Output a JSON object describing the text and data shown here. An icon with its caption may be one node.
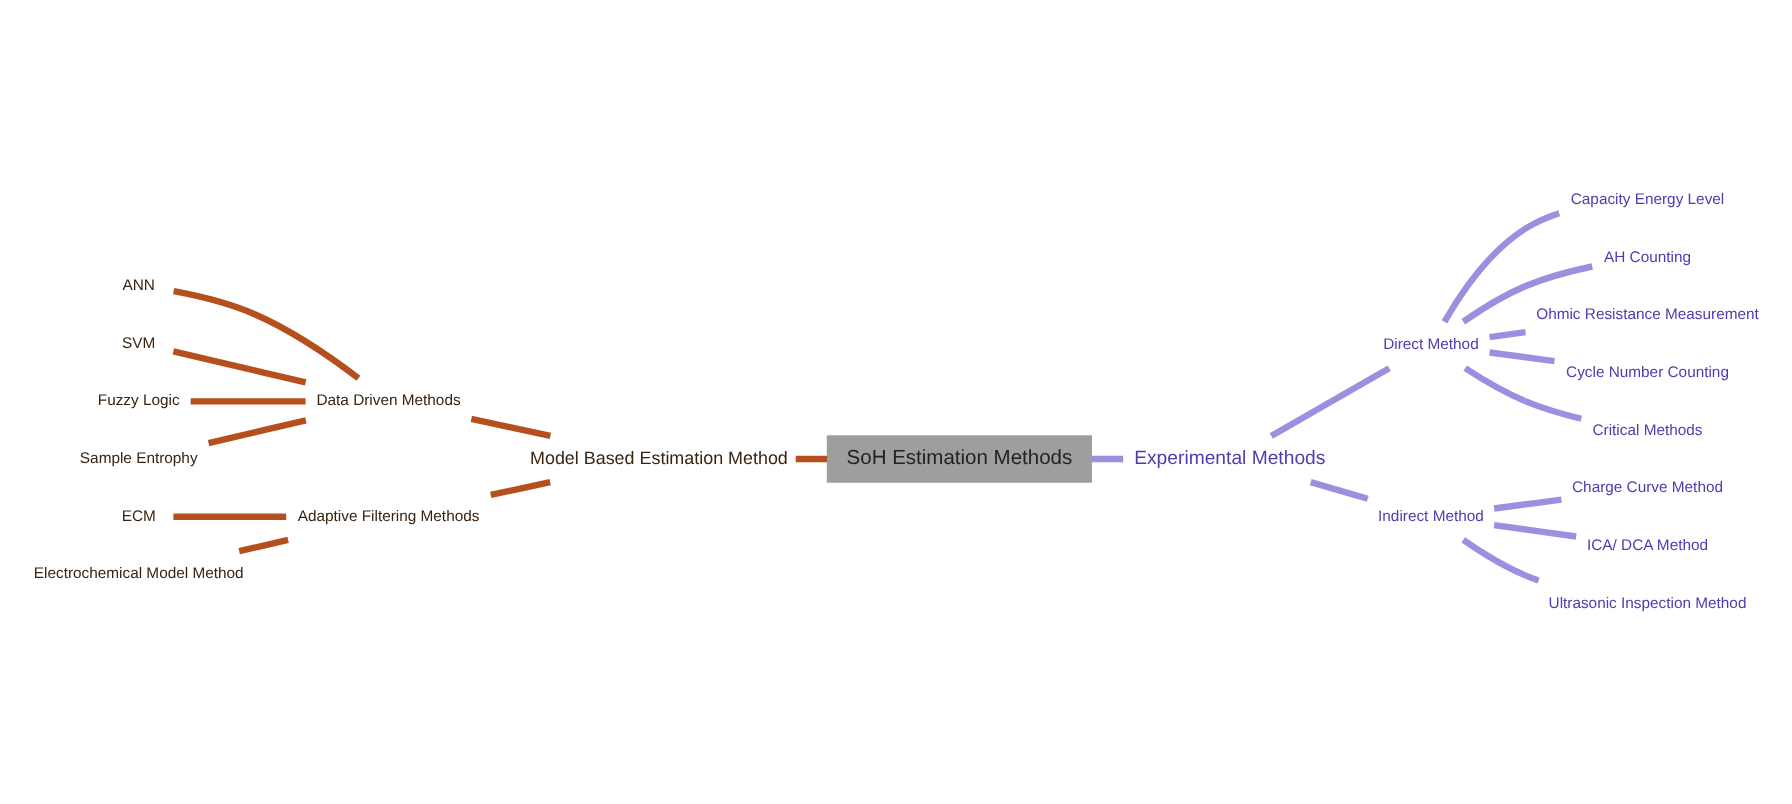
{
  "diagram": {
    "nodes": [
      {
        "text": [
          "SoH Estimation Methods"
        ]
      },
      {
        "text": [
          "Experimental Methods"
        ]
      },
      {
        "text": [
          "Direct Method"
        ]
      },
      {
        "text": [
          "Capacity Energy Level"
        ]
      },
      {
        "text": [
          "AH Counting"
        ]
      },
      {
        "text": [
          "Ohmic Resistance Measurement"
        ]
      },
      {
        "text": [
          "Cycle Number Counting"
        ]
      },
      {
        "text": [
          "Critical Methods"
        ]
      },
      {
        "text": [
          "Indirect Method"
        ]
      },
      {
        "text": [
          "Charge Curve Method"
        ]
      },
      {
        "text": [
          "ICA/ DCA Method"
        ]
      },
      {
        "text": [
          "Ultrasonic Inspection Method"
        ]
      },
      {
        "text": [
          "Model Based Estimation Method"
        ]
      },
      {
        "text": [
          "Data Driven Methods"
        ]
      },
      {
        "text": [
          "ANN"
        ]
      },
      {
        "text": [
          "SVM"
        ]
      },
      {
        "text": [
          "Fuzzy Logic"
        ]
      },
      {
        "text": [
          "Sample Entrophy"
        ]
      },
      {
        "text": [
          "Adaptive Filtering Methods"
        ]
      },
      {
        "text": [
          "ECM"
        ]
      },
      {
        "text": [
          "Electrochemical Model Method"
        ]
      }
    ],
    "edges": [
      {
        "from": 0,
        "to": 1,
        "arrow": "none",
        "color": "#9b8fe0"
      },
      {
        "from": 1,
        "to": 2,
        "arrow": "none",
        "color": "#9b8fe0"
      },
      {
        "from": 2,
        "to": 3,
        "arrow": "none",
        "color": "#9b8fe0"
      },
      {
        "from": 2,
        "to": 4,
        "arrow": "none",
        "color": "#9b8fe0"
      },
      {
        "from": 2,
        "to": 5,
        "arrow": "none",
        "color": "#9b8fe0"
      },
      {
        "from": 2,
        "to": 6,
        "arrow": "none",
        "color": "#9b8fe0"
      },
      {
        "from": 2,
        "to": 7,
        "arrow": "none",
        "color": "#9b8fe0"
      },
      {
        "from": 1,
        "to": 8,
        "arrow": "none",
        "color": "#9b8fe0"
      },
      {
        "from": 8,
        "to": 9,
        "arrow": "none",
        "color": "#9b8fe0"
      },
      {
        "from": 8,
        "to": 10,
        "arrow": "none",
        "color": "#9b8fe0"
      },
      {
        "from": 8,
        "to": 11,
        "arrow": "none",
        "color": "#9b8fe0"
      },
      {
        "from": 12,
        "to": 0,
        "arrow": "none",
        "color": "#b5501e"
      },
      {
        "from": 13,
        "to": 12,
        "arrow": "none",
        "color": "#b5501e"
      },
      {
        "from": 14,
        "to": 13,
        "arrow": "none",
        "color": "#b5501e"
      },
      {
        "from": 15,
        "to": 13,
        "arrow": "none",
        "color": "#b5501e"
      },
      {
        "from": 16,
        "to": 13,
        "arrow": "none",
        "color": "#b5501e"
      },
      {
        "from": 17,
        "to": 13,
        "arrow": "none",
        "color": "#b5501e"
      },
      {
        "from": 18,
        "to": 12,
        "arrow": "none",
        "color": "#b5501e"
      },
      {
        "from": 19,
        "to": 18,
        "arrow": "none",
        "color": "#b5501e"
      },
      {
        "from": 20,
        "to": 18,
        "arrow": "none",
        "color": "#b5501e"
      }
    ]
  }
}
